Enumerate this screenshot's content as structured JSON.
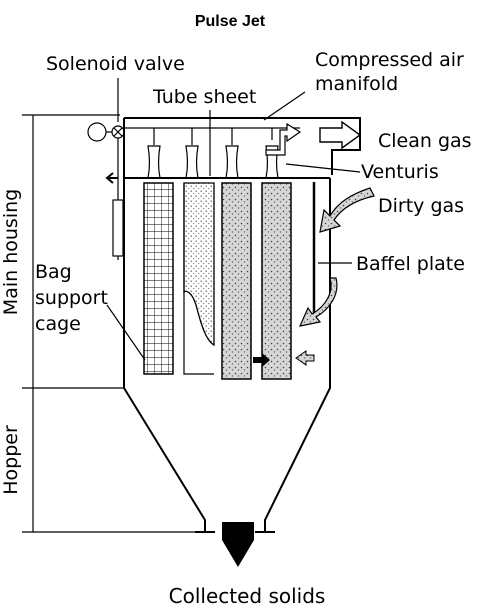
{
  "title": "Pulse Jet",
  "labels": {
    "solenoid_valve": "Solenoid valve",
    "compressed_air_line1": "Compressed air",
    "compressed_air_line2": "manifold",
    "tube_sheet": "Tube sheet",
    "clean_gas": "Clean gas",
    "venturis": "Venturis",
    "dirty_gas": "Dirty gas",
    "baffel_plate": "Baffel plate",
    "bag_line1": "Bag",
    "bag_line2": "support",
    "bag_line3": "cage",
    "main_housing": "Main housing",
    "hopper": "Hopper",
    "collected_solids": "Collected solids"
  }
}
